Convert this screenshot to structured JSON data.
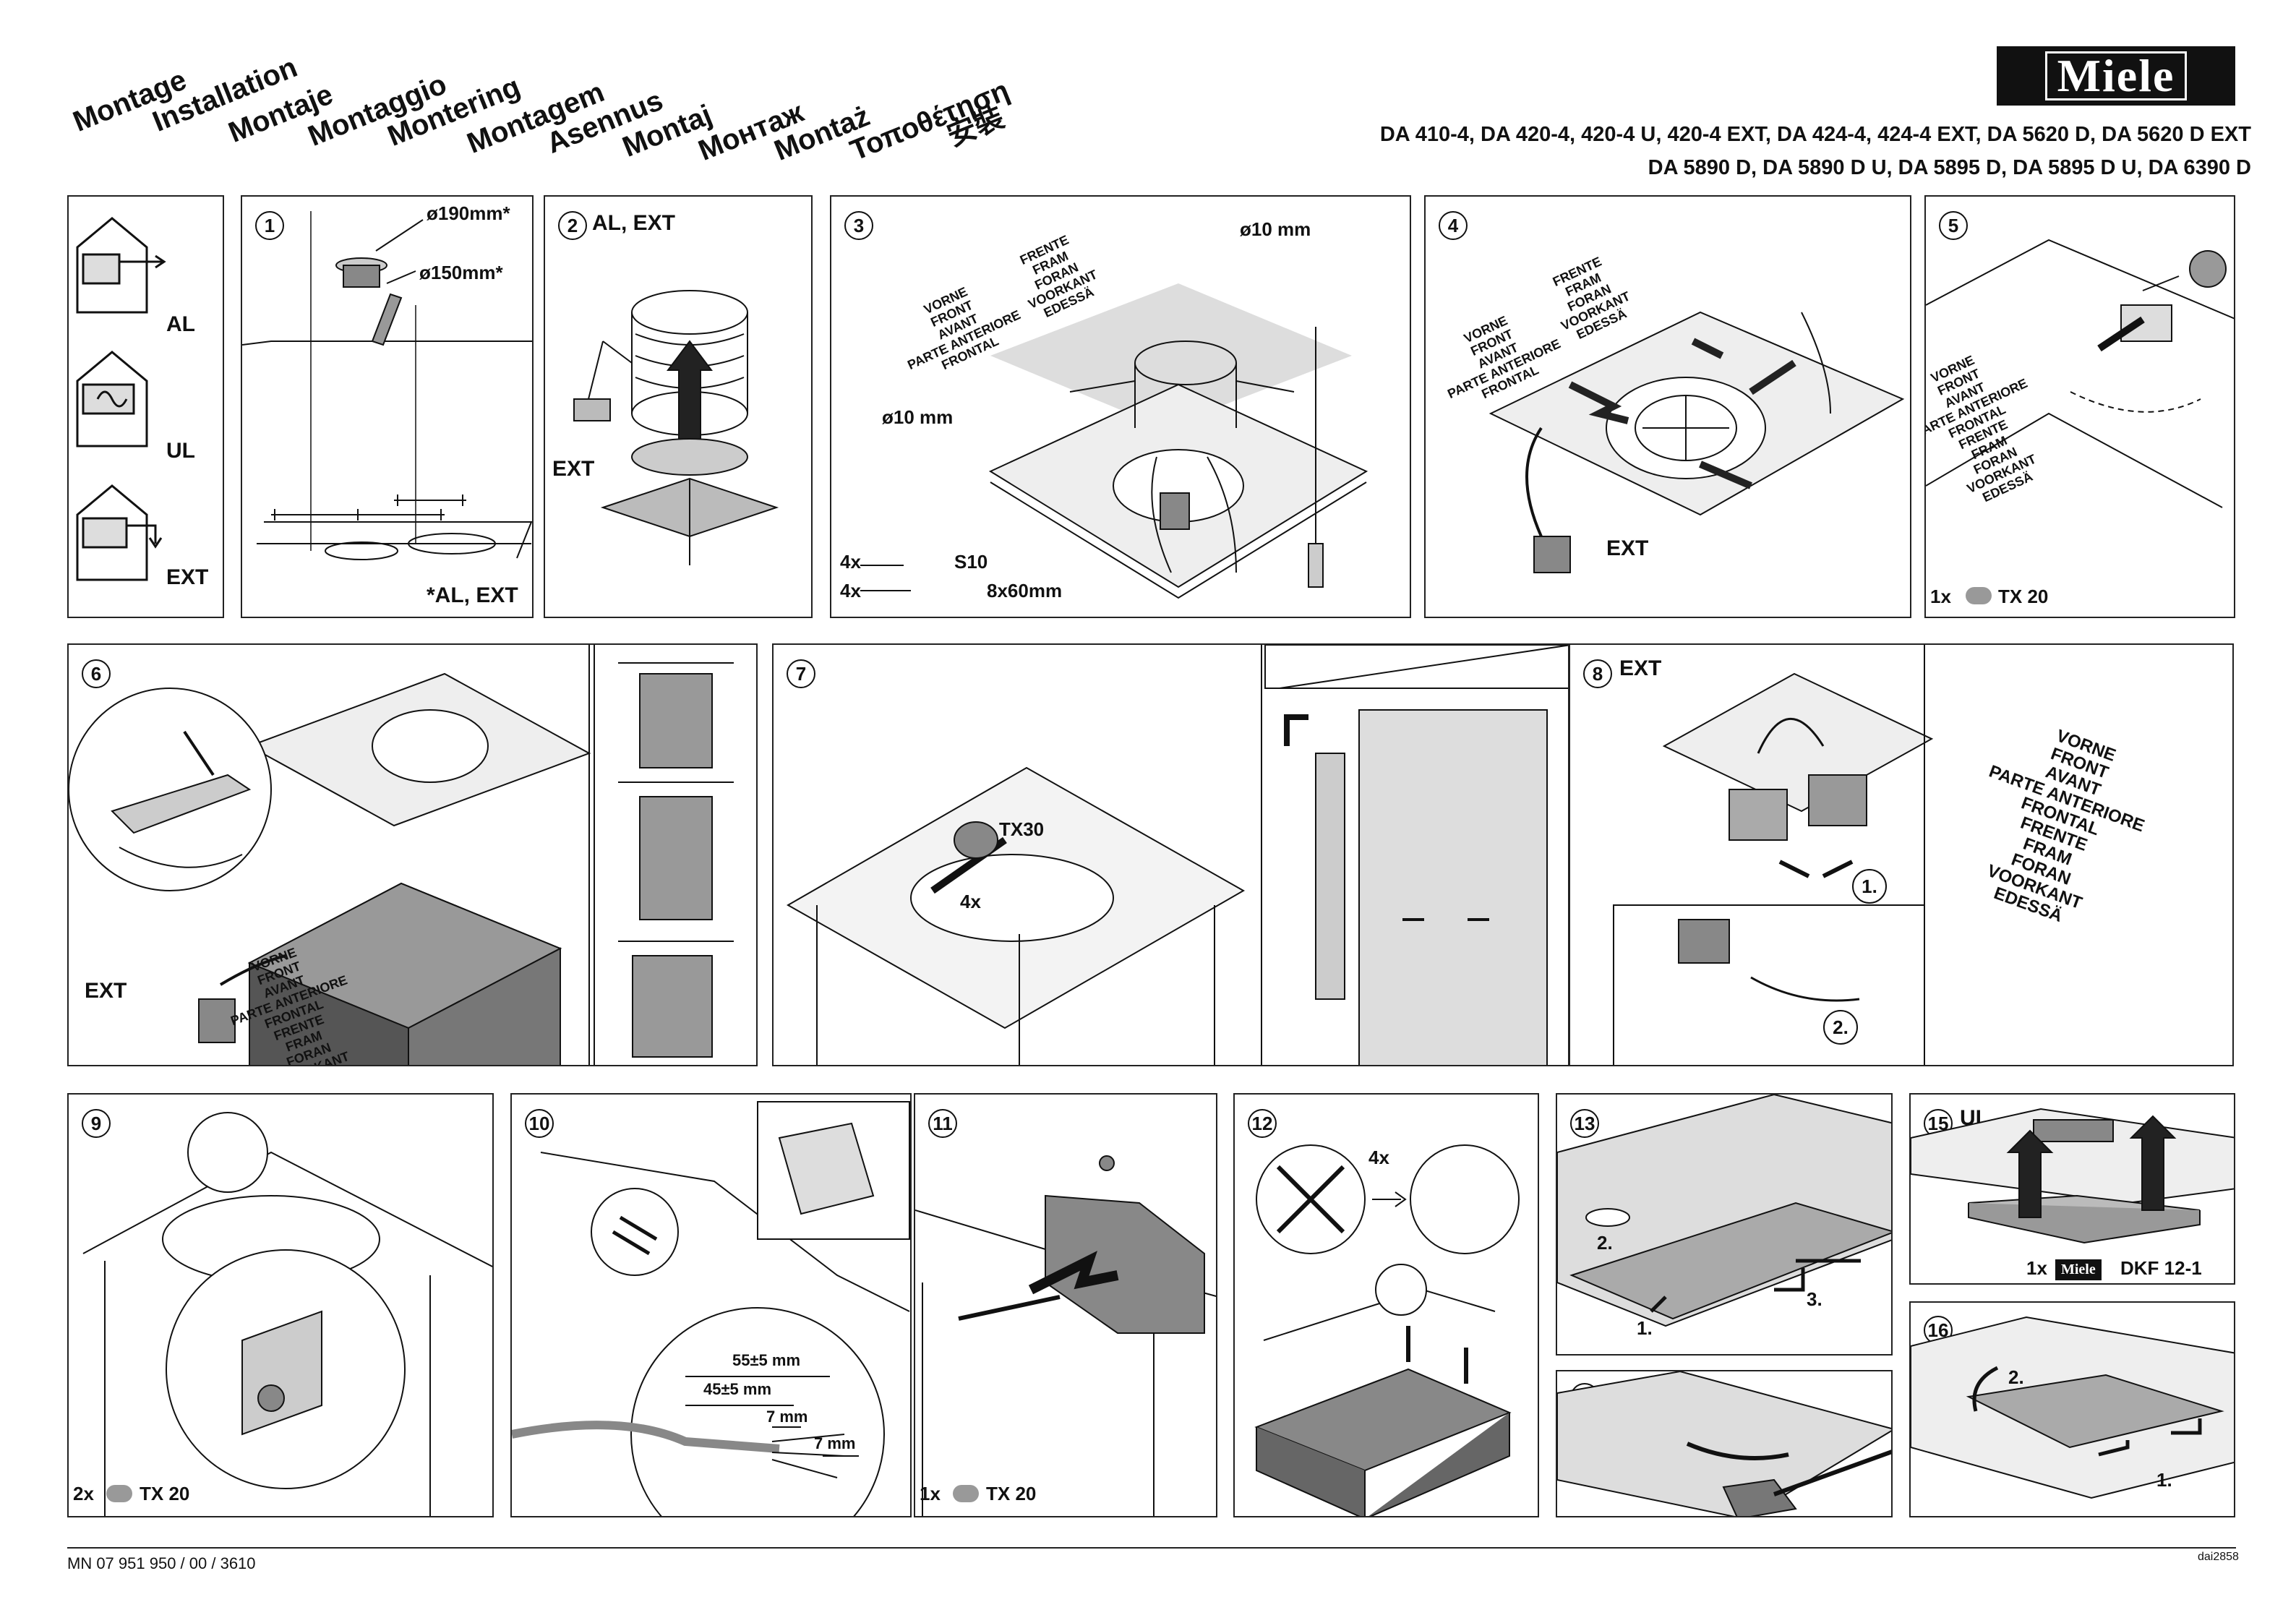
{
  "header": {
    "languages": [
      "Montage",
      "Installation",
      "Montaje",
      "Montaggio",
      "Montering",
      "Montagem",
      "Asennus",
      "Montaj",
      "Монтаж",
      "Montaż",
      "Τοποθέτηση",
      "安裝"
    ],
    "brand": "Miele",
    "models_line1": "DA 410-4, DA 420-4, 420-4 U, 420-4 EXT, DA 424-4, 424-4 EXT, DA 5620 D, DA 5620 D EXT",
    "models_line2": "DA 5890 D, DA 5890 D U, DA 5895 D, DA 5895 D U, DA 6390 D"
  },
  "directions": [
    "VORNE",
    "FRONT",
    "AVANT",
    "PARTE ANTERIORE",
    "FRONTAL",
    "FRENTE",
    "FRAM",
    "FORAN",
    "VOORKANT",
    "EDESSÄ"
  ],
  "modes": {
    "al": "AL",
    "ul": "UL",
    "ext": "EXT"
  },
  "steps": {
    "s1": {
      "num": "1",
      "d190": "ø190mm*",
      "d150": "ø150mm*",
      "note": "*AL, EXT"
    },
    "s2": {
      "num": "2",
      "title": "AL, EXT",
      "ext": "EXT"
    },
    "s3": {
      "num": "3",
      "hole_a": "ø10 mm",
      "hole_b": "ø10 mm",
      "plugs_qty": "4x",
      "plugs": "S10",
      "screws_qty": "4x",
      "screws": "8x60mm"
    },
    "s4": {
      "num": "4",
      "ext": "EXT"
    },
    "s5": {
      "num": "5",
      "qty": "1x",
      "screw": "TX 20"
    },
    "s6": {
      "num": "6",
      "ext": "EXT"
    },
    "s7": {
      "num": "7",
      "tool": "TX30",
      "qty": "4x"
    },
    "s8": {
      "num": "8",
      "title": "EXT",
      "step1": "1.",
      "step2": "2."
    },
    "s9": {
      "num": "9",
      "qty": "2x",
      "screw": "TX 20"
    },
    "s10": {
      "num": "10",
      "m1": "55±5 mm",
      "m2": "45±5 mm",
      "m3": "7 mm",
      "m4": "7 mm"
    },
    "s11": {
      "num": "11",
      "qty": "1x",
      "screw": "TX 20"
    },
    "s12": {
      "num": "12",
      "qty": "4x"
    },
    "s13": {
      "num": "13",
      "a": "1.",
      "b": "2.",
      "c": "3."
    },
    "s14": {
      "num": "14"
    },
    "s15": {
      "num": "15",
      "title": "UL",
      "qty": "1x",
      "brand": "Miele",
      "part": "DKF 12-1"
    },
    "s16": {
      "num": "16",
      "a": "1.",
      "b": "2."
    }
  },
  "footer": {
    "doc": "MN 07 951 950 / 00 / 3610",
    "code": "dai2858"
  }
}
